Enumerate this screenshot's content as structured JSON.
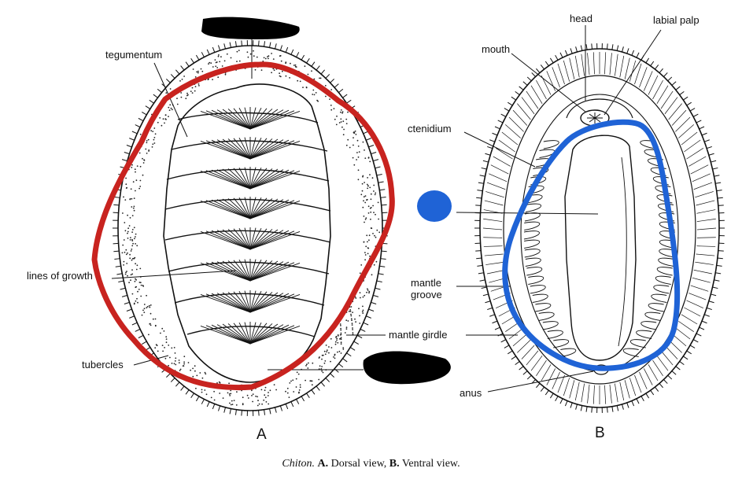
{
  "labels": {
    "tegumentum": "tegumentum",
    "lines_of_growth": "lines of growth",
    "tubercles": "tubercles",
    "mantle_girdle": "mantle girdle",
    "head": "head",
    "labial_palp": "labial palp",
    "mouth": "mouth",
    "ctenidium": "ctenidium",
    "mantle_groove": "mantle groove",
    "anus": "anus"
  },
  "panel_letters": {
    "a": "A",
    "b": "B"
  },
  "caption": {
    "genus": "Chiton.",
    "a_letter": "A.",
    "a_text": "Dorsal view,",
    "b_letter": "B.",
    "b_text": "Ventral view."
  },
  "annotation_colors": {
    "red_outline": "#c8231f",
    "blue_outline": "#1f63d6",
    "blue_dot": "#1f63d6",
    "redaction": "#000000"
  }
}
